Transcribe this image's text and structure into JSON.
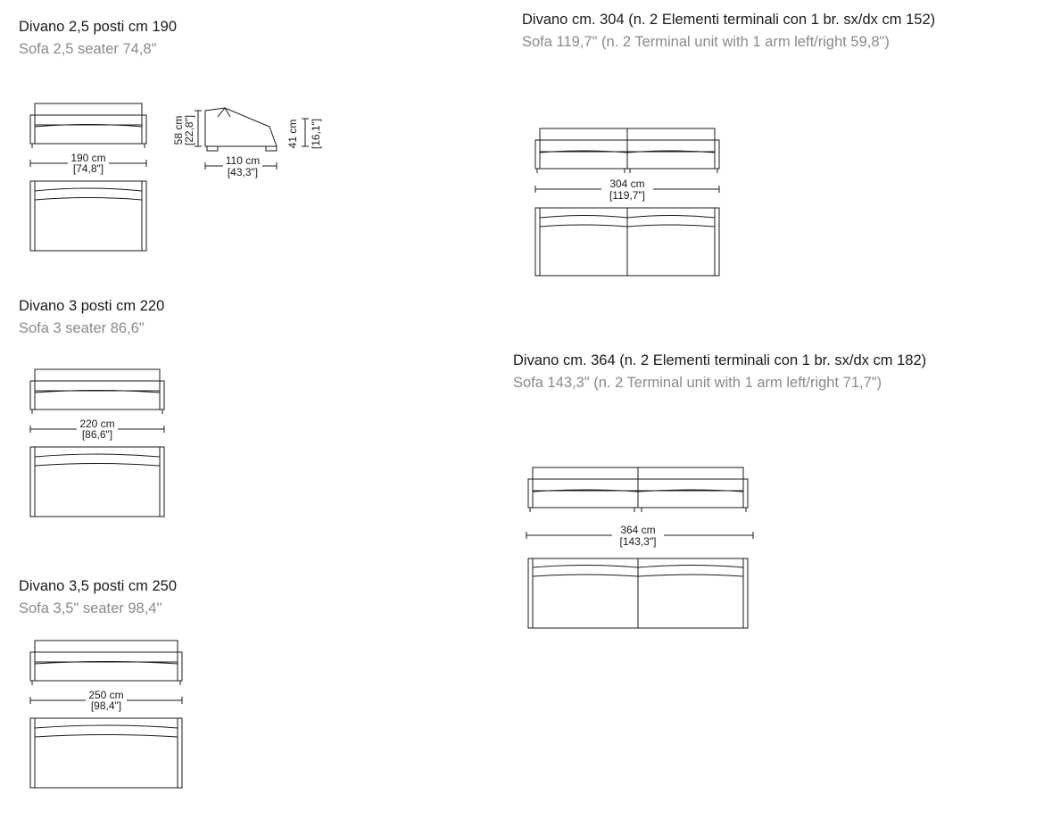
{
  "sofas": [
    {
      "title": "Divano 2,5 posti cm 190",
      "subtitle": "Sofa 2,5 seater 74,8\"",
      "width_cm": "190 cm",
      "width_in": "[74,8\"]",
      "side_view": {
        "depth_cm": "110 cm",
        "depth_in": "[43,3\"]",
        "height_cm": "58 cm",
        "height_in": "[22,8\"]",
        "seat_cm": "41 cm",
        "seat_in": "[16,1\"]"
      }
    },
    {
      "title": "Divano 3 posti cm 220",
      "subtitle": "Sofa 3 seater 86,6\"",
      "width_cm": "220 cm",
      "width_in": "[86,6\"]"
    },
    {
      "title": "Divano 3,5 posti cm 250",
      "subtitle": "Sofa 3,5\" seater 98,4\"",
      "width_cm": "250 cm",
      "width_in": "[98,4\"]"
    },
    {
      "title": "Divano cm. 304 (n. 2 Elementi terminali con 1 br. sx/dx cm 152)",
      "subtitle": "Sofa  119,7\" (n. 2 Terminal unit with 1 arm left/right 59,8\")",
      "width_cm": "304 cm",
      "width_in": "[119,7\"]"
    },
    {
      "title": "Divano cm. 364 (n. 2 Elementi terminali con 1 br. sx/dx cm 182)",
      "subtitle": "Sofa  143,3\" (n. 2 Terminal unit with 1 arm left/right 71,7\")",
      "width_cm": "364 cm",
      "width_in": "[143,3\"]"
    }
  ],
  "colors": {
    "line": "#1a1a1a",
    "subtitle": "#8a8a8a"
  }
}
